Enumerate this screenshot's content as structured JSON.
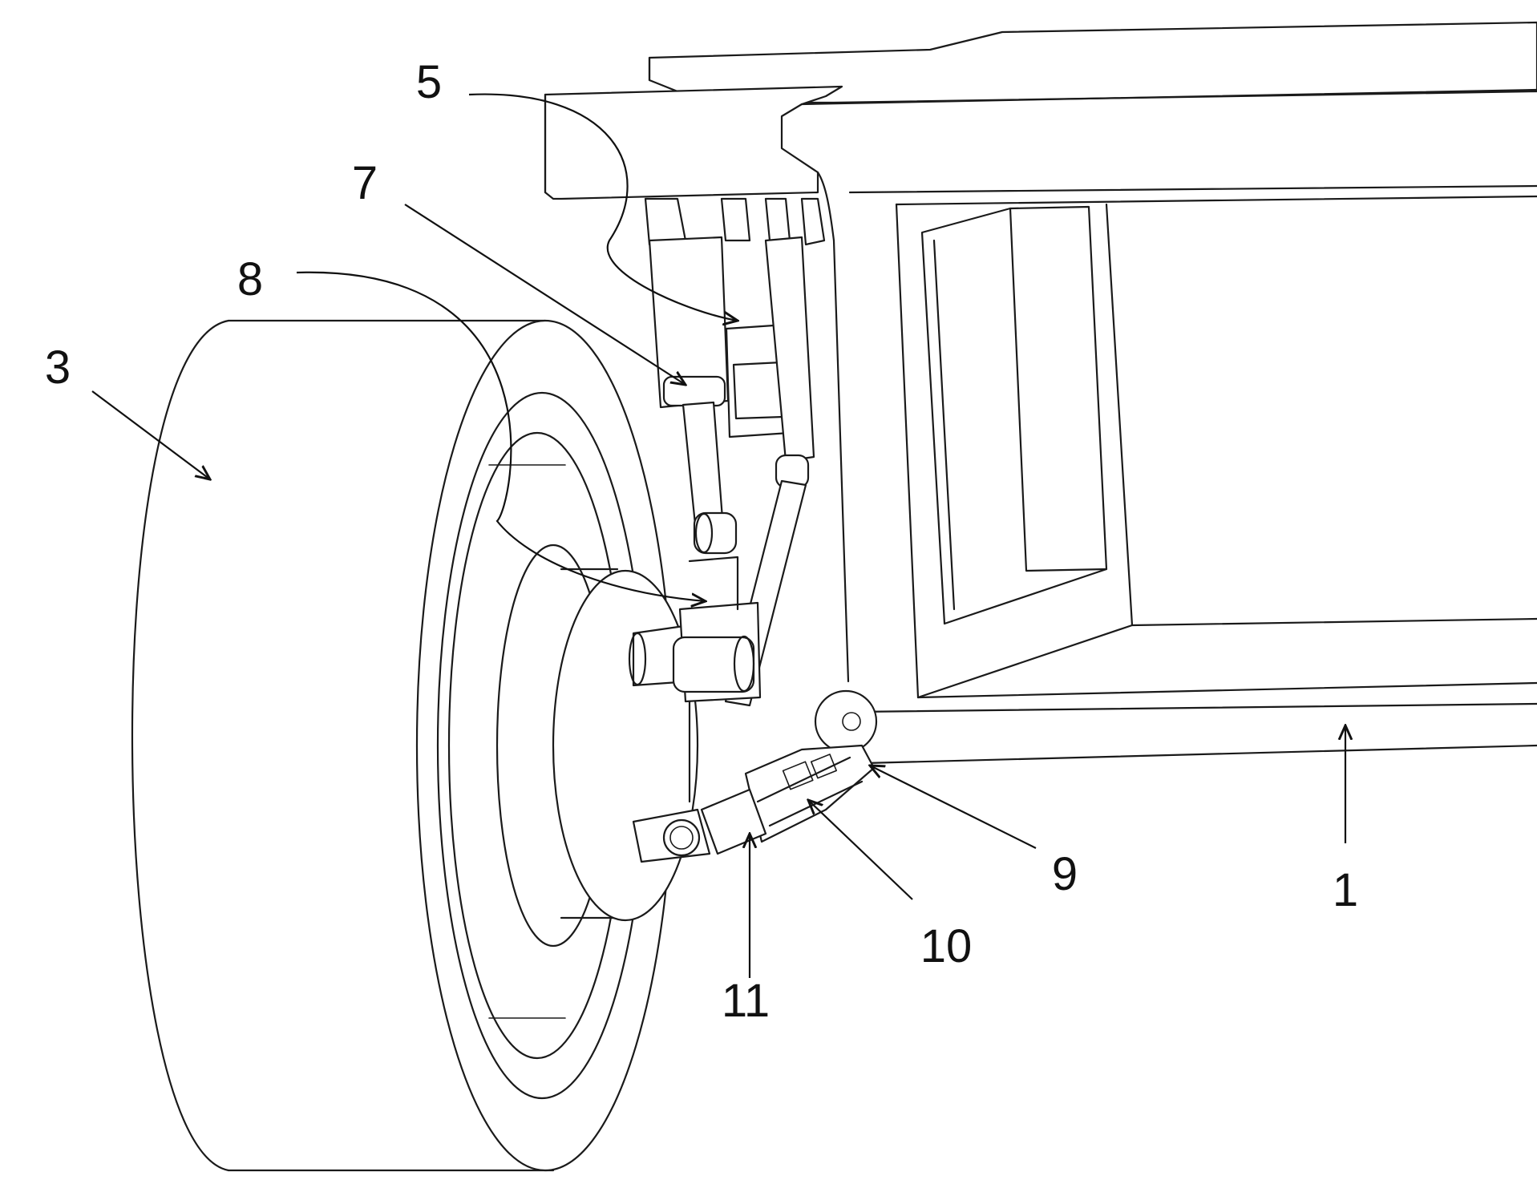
{
  "callouts": {
    "c1": "1",
    "c3": "3",
    "c5": "5",
    "c7": "7",
    "c8": "8",
    "c9": "9",
    "c10": "10",
    "c11": "11"
  },
  "colors": {
    "line": "#1a1a1a",
    "background": "#ffffff"
  }
}
